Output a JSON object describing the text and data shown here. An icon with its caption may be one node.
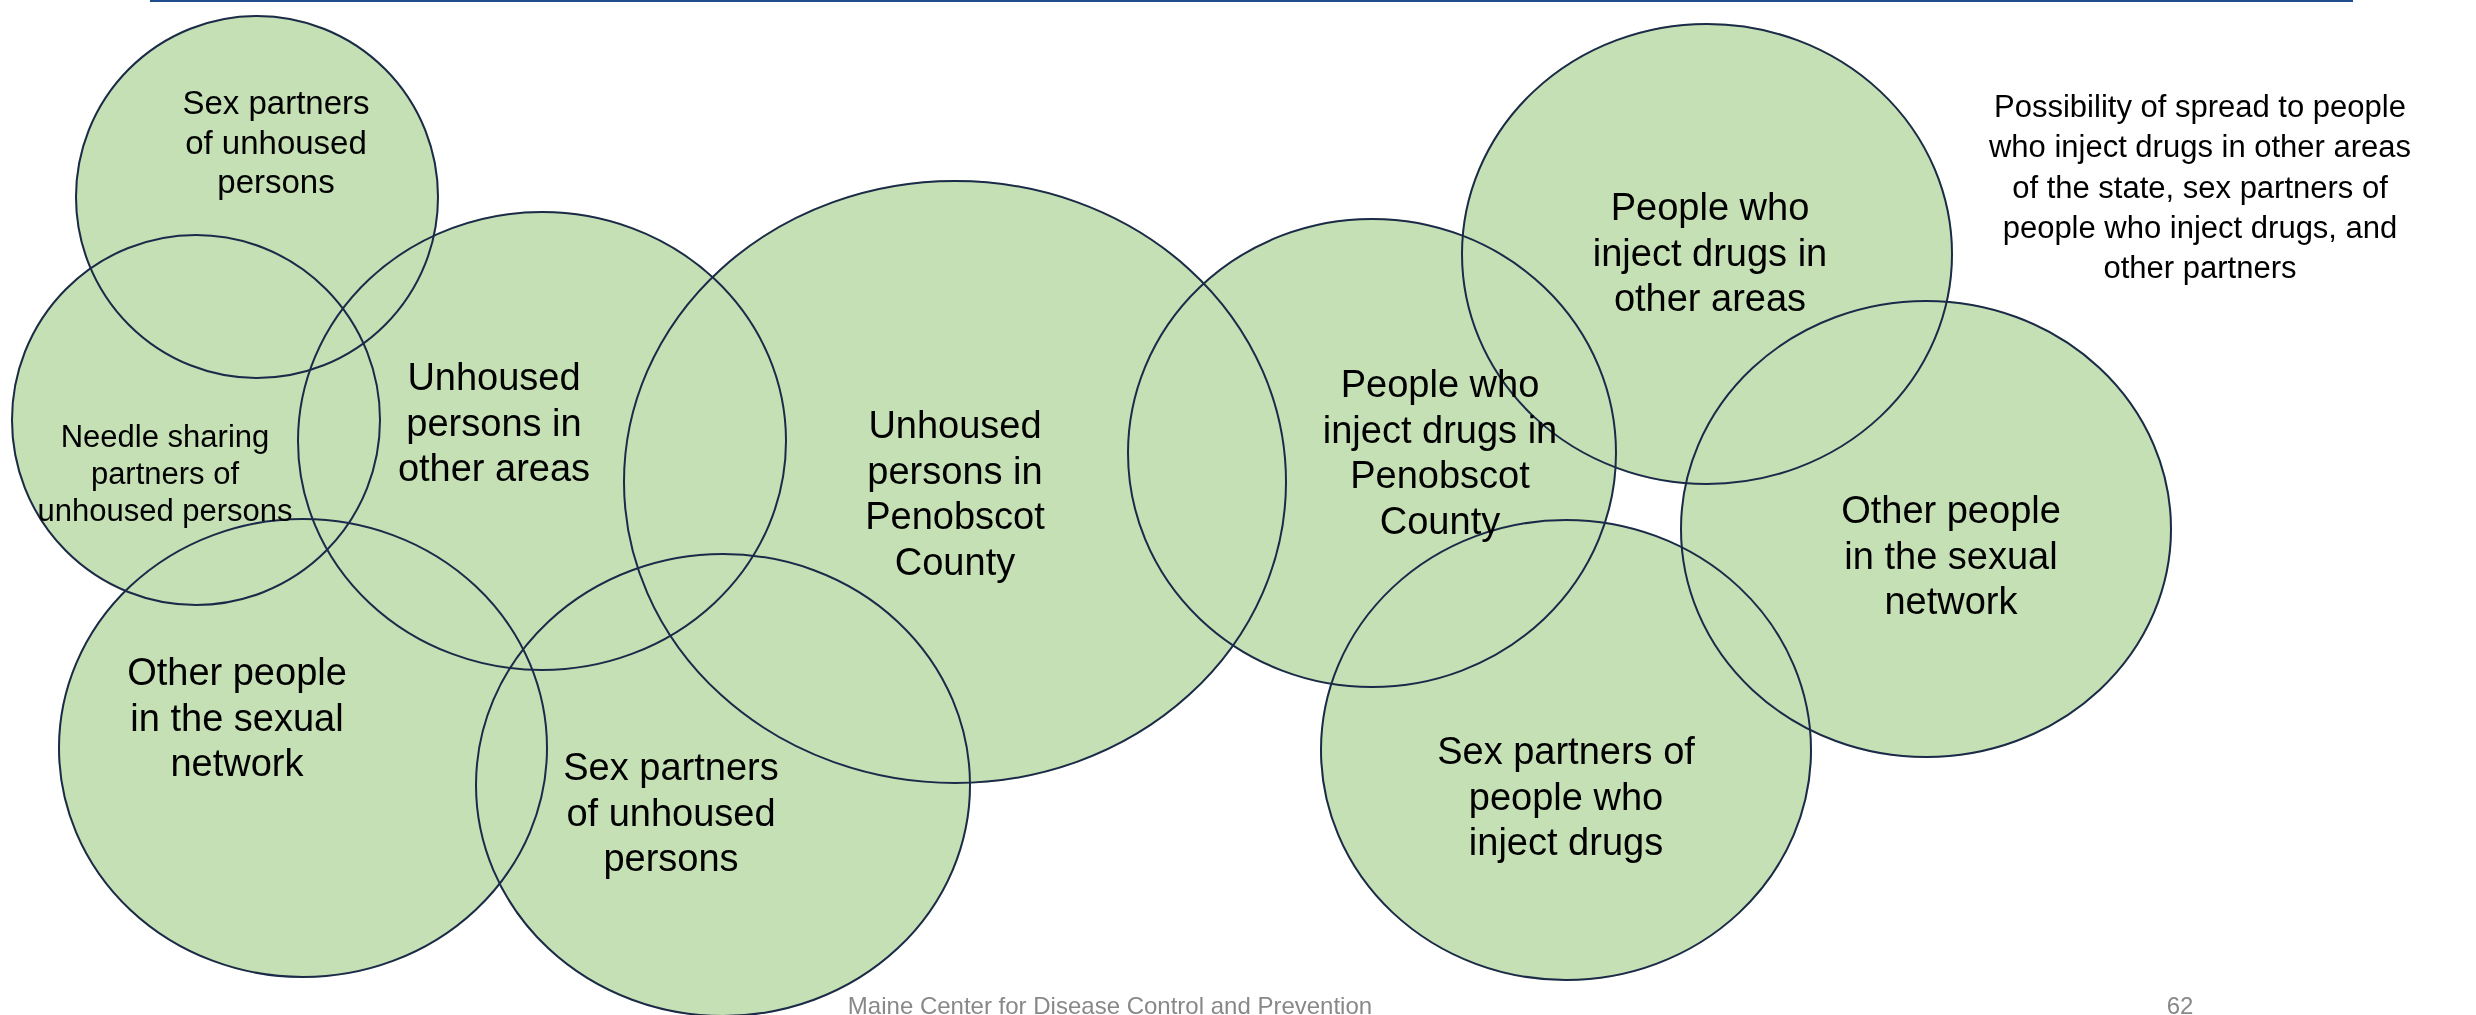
{
  "diagram": {
    "nodes": [
      {
        "text": [
          "Sex partners of unhoused persons"
        ]
      },
      {
        "text": [
          "Needle sharing partners of unhoused persons"
        ]
      },
      {
        "text": [
          "Unhoused persons in other areas"
        ]
      },
      {
        "text": [
          "Other people in the sexual network"
        ]
      },
      {
        "text": [
          "Sex partners of unhoused persons"
        ]
      },
      {
        "text": [
          "Unhoused persons in Penobscot County"
        ]
      },
      {
        "text": [
          "People who inject drugs in Penobscot County"
        ]
      },
      {
        "text": [
          "People who inject drugs in other areas"
        ]
      },
      {
        "text": [
          "Sex partners of people who inject drugs"
        ]
      },
      {
        "text": [
          "Other people in the sexual network"
        ]
      }
    ],
    "edges": [],
    "labels": [
      "Possibility of spread to people who inject drugs in other areas of the state, sex partners of people who inject drugs, and other partners",
      "Maine Center for Disease Control and Prevention",
      "62"
    ]
  }
}
